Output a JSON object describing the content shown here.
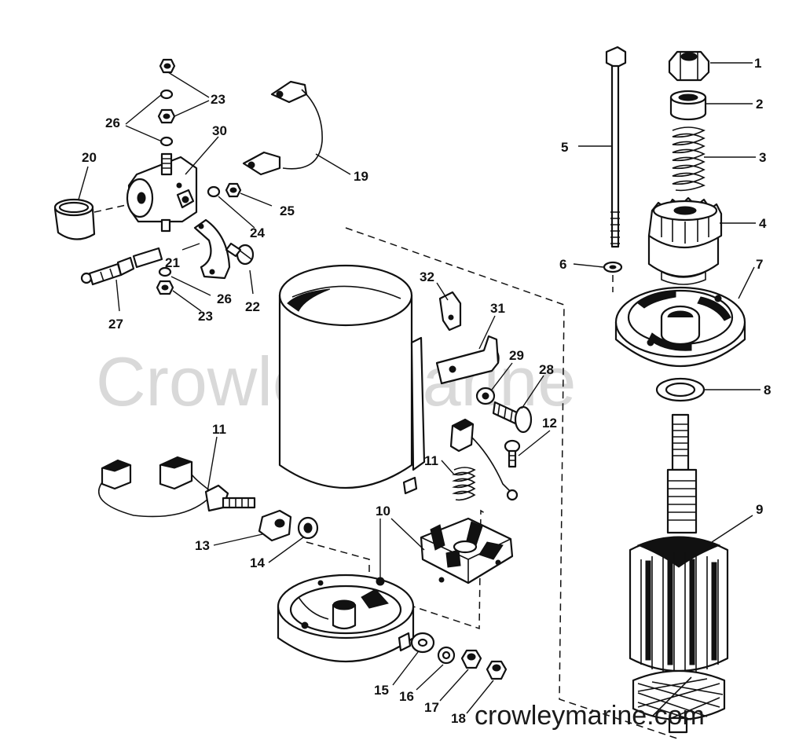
{
  "watermark": {
    "center_text": "Crowley Marine",
    "url_text": "crowleymarine.com"
  },
  "callouts": [
    "1",
    "2",
    "3",
    "4",
    "5",
    "6",
    "7",
    "8",
    "9",
    "10",
    "11",
    "11",
    "12",
    "13",
    "14",
    "15",
    "16",
    "17",
    "18",
    "19",
    "20",
    "21",
    "22",
    "23",
    "23",
    "24",
    "25",
    "26",
    "26",
    "27",
    "28",
    "29",
    "30",
    "31",
    "32"
  ]
}
